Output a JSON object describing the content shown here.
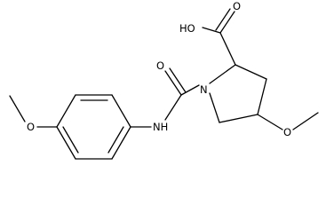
{
  "molecule": {
    "atom_labels": {
      "oh": "HO",
      "carbonyl_o": "O",
      "amide_o": "O",
      "ring_n": "N",
      "nh": "NH",
      "ring_methoxy_o": "O",
      "aryl_methoxy_o": "O"
    },
    "colors": {
      "bond": "#000000",
      "label": "#000000",
      "background": "#ffffff"
    }
  }
}
